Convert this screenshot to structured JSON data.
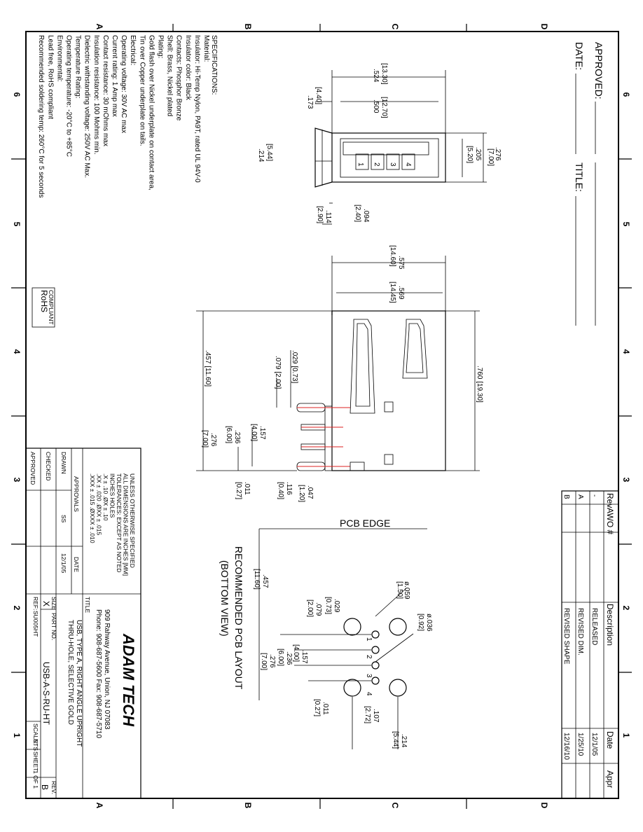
{
  "border": {
    "col_letters": [
      "A",
      "B",
      "C",
      "D"
    ],
    "row_numbers": [
      "6",
      "5",
      "4",
      "3",
      "2",
      "1"
    ]
  },
  "approval": {
    "approved_label": "APPROVED:",
    "date_label": "DATE:",
    "title_label": "TITLE:"
  },
  "specifications": {
    "heading": "SPECIFICATIONS:",
    "lines": [
      "Material:",
      "Insulator: Hi-Temp Nylon, PA9T, rated UL 94V-0",
      "Insulator color: Black",
      "Contacts: Phosphor Bronze",
      "Shell: Brass, Nickel plated",
      "Plating:",
      "Gold flash over Nickel underplate on contact area,",
      "Tin over Copper underplate on tails.",
      "Electrical:",
      "Operating voltage: 30V AC max",
      "Current rating: 1 Amp max",
      "Contact resistance: 30 mOhms max",
      "Insulation resistance: 100 Mohms min.",
      "Dielectric withstanding voltage: 250V AC Max.",
      "Temperature Rating:",
      "Operating temperature: -20°C to +85°C",
      "Environmental:",
      "Lead free, RoHS compliant",
      "Recommended soldering temp: 260°C for 5 seconds"
    ]
  },
  "rohs": {
    "main": "RoHS",
    "sub": "COMPLIANT"
  },
  "front_view": {
    "pins": [
      "1",
      "2",
      "3",
      "4"
    ],
    "dims": [
      ".524",
      "[13.30]",
      ".500",
      "[12.70]",
      ".173",
      "[4.40]",
      ".214",
      "[5.44]",
      ".276",
      "[7.00]",
      ".205",
      "[5.20]",
      ".094",
      "[2.40]",
      ".114",
      "[2.90]"
    ]
  },
  "side_view": {
    "dims": [
      ".575",
      "[14.60]",
      ".569",
      "[14.45]",
      ".760  [19.30]",
      ".457  [11.60]",
      ".029  [0.73]",
      ".079  [2.00]",
      ".157",
      "[4.00]",
      ".236",
      "[6.00]",
      ".276",
      "[7.00]",
      ".047",
      "[1.20]",
      ".116",
      "[0.40]",
      ".011",
      "[0.27]"
    ]
  },
  "pcb_layout": {
    "edge_label": "PCB  EDGE",
    "title": "RECOMMENDED PCB LAYOUT",
    "subtitle": "(BOTTOM VIEW)",
    "pins": [
      "1",
      "2",
      "3",
      "4"
    ],
    "dims": [
      "ø.059",
      "[1.50]",
      "ø.036",
      "[0.92]",
      ".457",
      "[11.60]",
      ".029",
      "[0.73]",
      ".079",
      "[2.00]",
      ".157",
      "[4.00]",
      ".236",
      "[6.00]",
      ".276",
      "[7.00]",
      ".011",
      "[0.27]",
      ".107",
      "[2.72]",
      ".214",
      "[5.44]"
    ]
  },
  "revisions": {
    "headers": {
      "rev": "Rev",
      "awo": "AWO #",
      "desc": "Description",
      "date": "Date",
      "appr": "Appr"
    },
    "rows": [
      {
        "rev": "-",
        "awo": "",
        "desc": "RELEASED",
        "date": "12/1/05",
        "appr": ""
      },
      {
        "rev": "A",
        "awo": "",
        "desc": "REVISED DIM.",
        "date": "1/25/10",
        "appr": ""
      },
      {
        "rev": "B",
        "awo": "",
        "desc": "REVISED SHAPE",
        "date": "12/16/10",
        "appr": ""
      }
    ]
  },
  "tolerance_block": {
    "lines": [
      "UNLESS OTHERWISE SPECIFIED",
      "ALL DIMENSIONS ARE INCHES [MM]",
      "TOLERANCES: EXCEPT AS NOTED",
      "INCHES     HOLES",
      ".X   ± .10      .ØX    ± .10",
      ".XX  ± .020     .ØXX   ± .015",
      ".XXX ± .015     .ØXXX  ± .010"
    ],
    "approvals_label": "APPROVALS",
    "date_label": "DATE",
    "drawn_label": "DRAWN",
    "drawn_by": "SS",
    "drawn_date": "12/1/05",
    "checked_label": "CHECKED",
    "approved_label": "APPROVED"
  },
  "title_block": {
    "company": "ADAM TECH",
    "address": "909 Rahway Avenue, Union, NJ 07083",
    "phone": "Phone: 908-687-5600 Fax: 908-687-5710",
    "title_label": "TITLE",
    "title_line1": "USB, TYPE A, RIGHT ANGLE UPRIGHT",
    "title_line2": "THRU-HOLE, SELECTIVE GOLD",
    "size_label": "SIZE",
    "size": "X",
    "part_label": "PART NO.",
    "part_no": "USB-A-S-RU-HT",
    "rev_label": "REV.",
    "rev": "B",
    "ref_label": "REF:",
    "ref": "SU005HT",
    "scale_label": "SCALE:",
    "scale": "NTS",
    "sheet_label": "SHEET",
    "sheet": "1 OF 1"
  }
}
